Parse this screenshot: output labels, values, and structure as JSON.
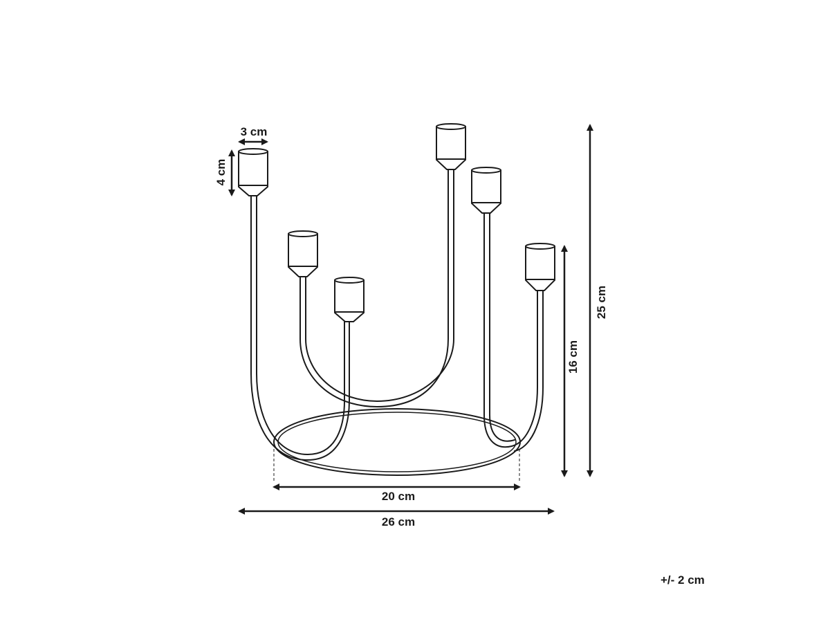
{
  "dimensions": {
    "cup_width": "3 cm",
    "cup_height": "4 cm",
    "total_height": "25 cm",
    "arm_height": "16 cm",
    "base_diameter": "20 cm",
    "total_width": "26 cm"
  },
  "tolerance": "+/- 2 cm",
  "colors": {
    "line": "#1a1a1a",
    "background": "#ffffff"
  }
}
